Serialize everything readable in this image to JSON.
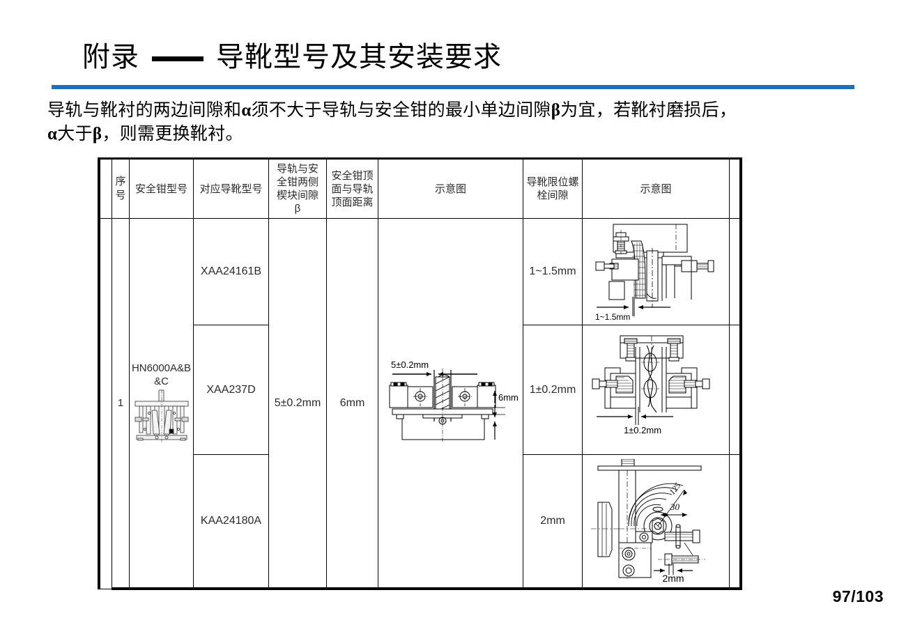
{
  "page": {
    "number": "97/103",
    "accent_color": "#1f6fc0",
    "title_part1": "附录",
    "title_part2": "导靴型号及其安装要求",
    "intro_line1_a": "导轨与靴衬的两边间隙和",
    "intro_alpha": "α",
    "intro_line1_b": "须不大于导轨与安全钳的最小单边间隙",
    "intro_beta": "β",
    "intro_line1_c": "为宜，若靴衬磨损后，",
    "intro_line2_a": "α",
    "intro_line2_b": "大于",
    "intro_line2_c": "β",
    "intro_line2_d": "，则需更换靴衬。"
  },
  "table": {
    "headers": {
      "index": "序\n号",
      "safety_gear_model": "安全钳型号",
      "guide_shoe_model": "对应导靴型号",
      "wedge_gap": "导轨与安\n全钳两侧\n楔块间隙\nβ",
      "top_distance": "安全钳顶\n面与导轨\n顶面距离",
      "diagram_1": "示意图",
      "bolt_gap": "导靴限位螺\n栓间隙",
      "diagram_2": "示意图"
    },
    "rows": [
      {
        "index": "1",
        "safety_gear_model": "HN6000A&B\n&C",
        "safety_gear_icon": "safety-gear-assembly-drawing",
        "wedge_gap": "5±0.2mm",
        "top_distance": "6mm",
        "diagram_1_icon": "safety-gear-cross-section-drawing",
        "diagram_1_labels": [
          "5±0.2mm",
          "6mm"
        ],
        "subrows": [
          {
            "guide_shoe_model": "XAA24161B",
            "bolt_gap": "1~1.5mm",
            "diagram_2_icon": "guide-shoe-bolt-gap-drawing-1",
            "diagram_2_labels": [
              "1~1.5mm"
            ]
          },
          {
            "guide_shoe_model": "XAA237D",
            "bolt_gap": "1±0.2mm",
            "diagram_2_icon": "guide-shoe-bolt-gap-drawing-2",
            "diagram_2_labels": [
              "1±0.2mm"
            ]
          },
          {
            "guide_shoe_model": "KAA24180A",
            "bolt_gap": "2mm",
            "diagram_2_icon": "guide-shoe-roller-drawing-3",
            "diagram_2_labels": [
              "2mm",
              "30",
              "125"
            ]
          }
        ]
      }
    ]
  }
}
